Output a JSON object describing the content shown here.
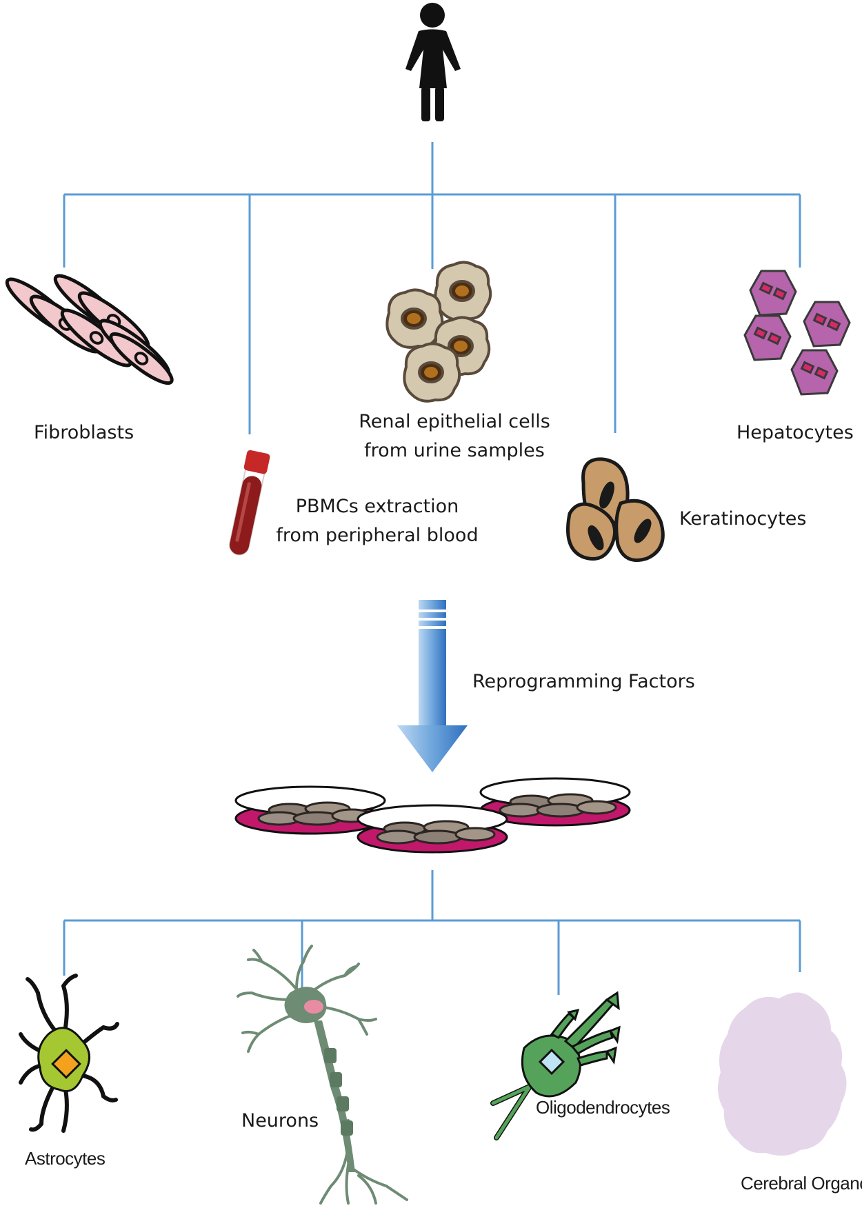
{
  "sources": {
    "fibroblasts": "Fibroblasts",
    "pbmc_line1": "PBMCs extraction",
    "pbmc_line2": "from peripheral blood",
    "renal_line1": "Renal epithelial cells",
    "renal_line2": "from urine samples",
    "keratinocytes": "Keratinocytes",
    "hepatocytes": "Hepatocytes"
  },
  "process": {
    "arrow_label": "Reprogramming Factors"
  },
  "derivatives": {
    "astrocytes": "Astrocytes",
    "neurons": "Neurons",
    "oligodendrocytes": "Oligodendrocytes",
    "organoid": "Cerebral Organoid"
  },
  "colors": {
    "connector": "#5b9bd5",
    "fibroblast": "#f2c8cc",
    "renal": "#d4c8ae",
    "blood": "#8e1b1b",
    "keratinocyte": "#c79b6a",
    "hepatocyte": "#b664ac",
    "dish_medium": "#c2186b",
    "astrocyte": "#a5c832",
    "neuron": "#6e8b74",
    "oligodendrocyte": "#55a35a",
    "organoid": "#e6d6ea"
  }
}
